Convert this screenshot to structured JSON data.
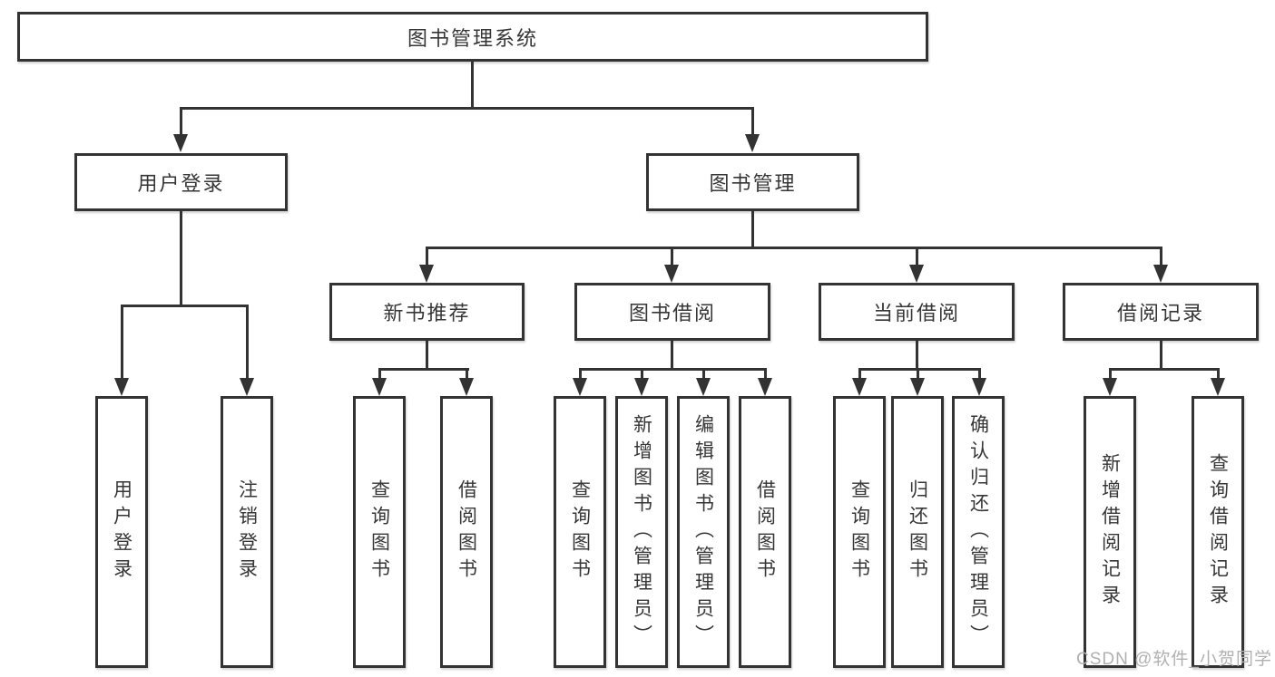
{
  "tree": {
    "root": {
      "label": "图书管理系统"
    },
    "branches": [
      {
        "label": "用户登录",
        "children": [
          {
            "label": "用户登录"
          },
          {
            "label": "注销登录"
          }
        ]
      },
      {
        "label": "图书管理",
        "children": [
          {
            "label": "新书推荐",
            "children": [
              {
                "label": "查询图书"
              },
              {
                "label": "借阅图书"
              }
            ]
          },
          {
            "label": "图书借阅",
            "children": [
              {
                "label": "查询图书"
              },
              {
                "label": "新增图书（管理员）"
              },
              {
                "label": "编辑图书（管理员）"
              },
              {
                "label": "借阅图书"
              }
            ]
          },
          {
            "label": "当前借阅",
            "children": [
              {
                "label": "查询图书"
              },
              {
                "label": "归还图书"
              },
              {
                "label": "确认归还（管理员）"
              }
            ]
          },
          {
            "label": "借阅记录",
            "children": [
              {
                "label": "新增借阅记录"
              },
              {
                "label": "查询借阅记录"
              }
            ]
          }
        ]
      }
    ]
  },
  "watermark": {
    "text": "CSDN @软件_小贺同学"
  },
  "colors": {
    "line": "#333333",
    "text": "#363636",
    "box_fill": "#ffffff",
    "background": "#ffffff",
    "watermark": "#b0b0b0"
  }
}
